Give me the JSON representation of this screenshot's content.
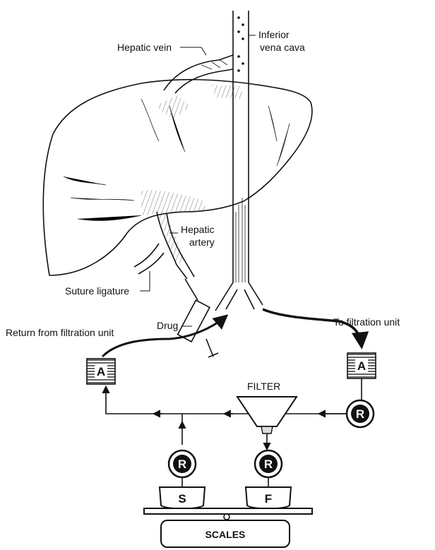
{
  "labels": {
    "hepatic_vein": "Hepatic vein",
    "ivc_line1": "Inferior",
    "ivc_line2": "vena cava",
    "hepatic_artery_line1": "Hepatic",
    "hepatic_artery_line2": "artery",
    "suture_ligature": "Suture ligature",
    "drug": "Drug",
    "return_from": "Return from filtration unit",
    "to_filtration": "To filtration unit",
    "filter": "FILTER",
    "scales": "SCALES"
  },
  "boxes": {
    "reservoir_left": "A",
    "reservoir_right": "A",
    "container_s": "S",
    "container_f": "F"
  },
  "pumps": {
    "pump_right": "R",
    "pump_s": "R",
    "pump_f": "R"
  },
  "colors": {
    "ink": "#111111",
    "background": "#ffffff"
  }
}
